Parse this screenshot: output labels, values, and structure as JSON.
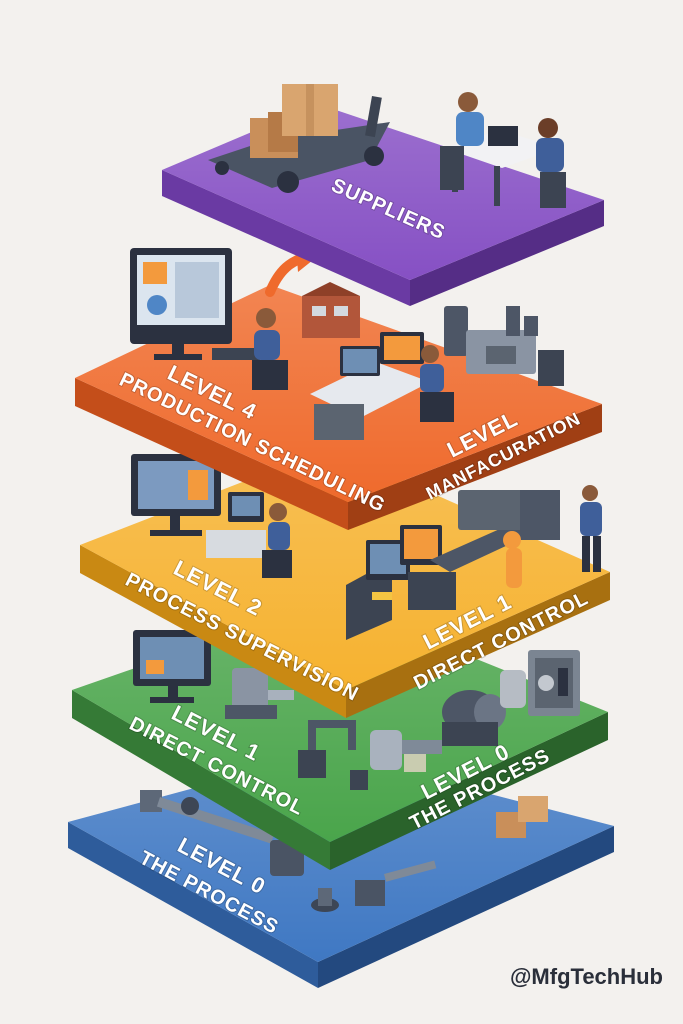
{
  "layers": [
    {
      "id": "suppliers",
      "color": "#8650c4",
      "labels": [
        "SUPPLIERS"
      ]
    },
    {
      "id": "level4",
      "color": "#ef6a2c",
      "labels": [
        "LEVEL 4",
        "PRODUCTION SCHEDULING",
        "LEVEL",
        "MANFACURATION"
      ]
    },
    {
      "id": "level2",
      "color": "#f6b230",
      "labels": [
        "LEVEL 2",
        "PROCESS SUPERVISION",
        "LEVEL 1",
        "DIRECT CONTROL"
      ]
    },
    {
      "id": "level1",
      "color": "#4aa54b",
      "labels": [
        "LEVEL 1",
        "DIRECT CONTROL",
        "LEVEL 0",
        "THE PROCESS"
      ]
    },
    {
      "id": "level0",
      "color": "#3f78c3",
      "labels": [
        "LEVEL 0",
        "THE PROCESS"
      ]
    }
  ],
  "icons": {
    "suppliers": [
      "delivery-cart-icon",
      "cardboard-boxes-icon",
      "office-workers-icon"
    ],
    "level4": [
      "computer-monitor-icon",
      "operator-icon",
      "factory-building-icon",
      "control-desk-icon",
      "machinery-icon",
      "upward-arrow-icon"
    ],
    "level2": [
      "computer-monitor-icon",
      "operator-icon",
      "control-console-icon",
      "conveyor-icon",
      "robot-arm-icon",
      "worker-icon"
    ],
    "level1": [
      "computer-monitor-icon",
      "pump-icon",
      "valve-icon",
      "motor-icon",
      "control-cabinet-icon"
    ],
    "level0": [
      "pipeline-icon",
      "valve-icon",
      "cardboard-boxes-icon"
    ]
  },
  "watermark": "@MfgTechHub"
}
